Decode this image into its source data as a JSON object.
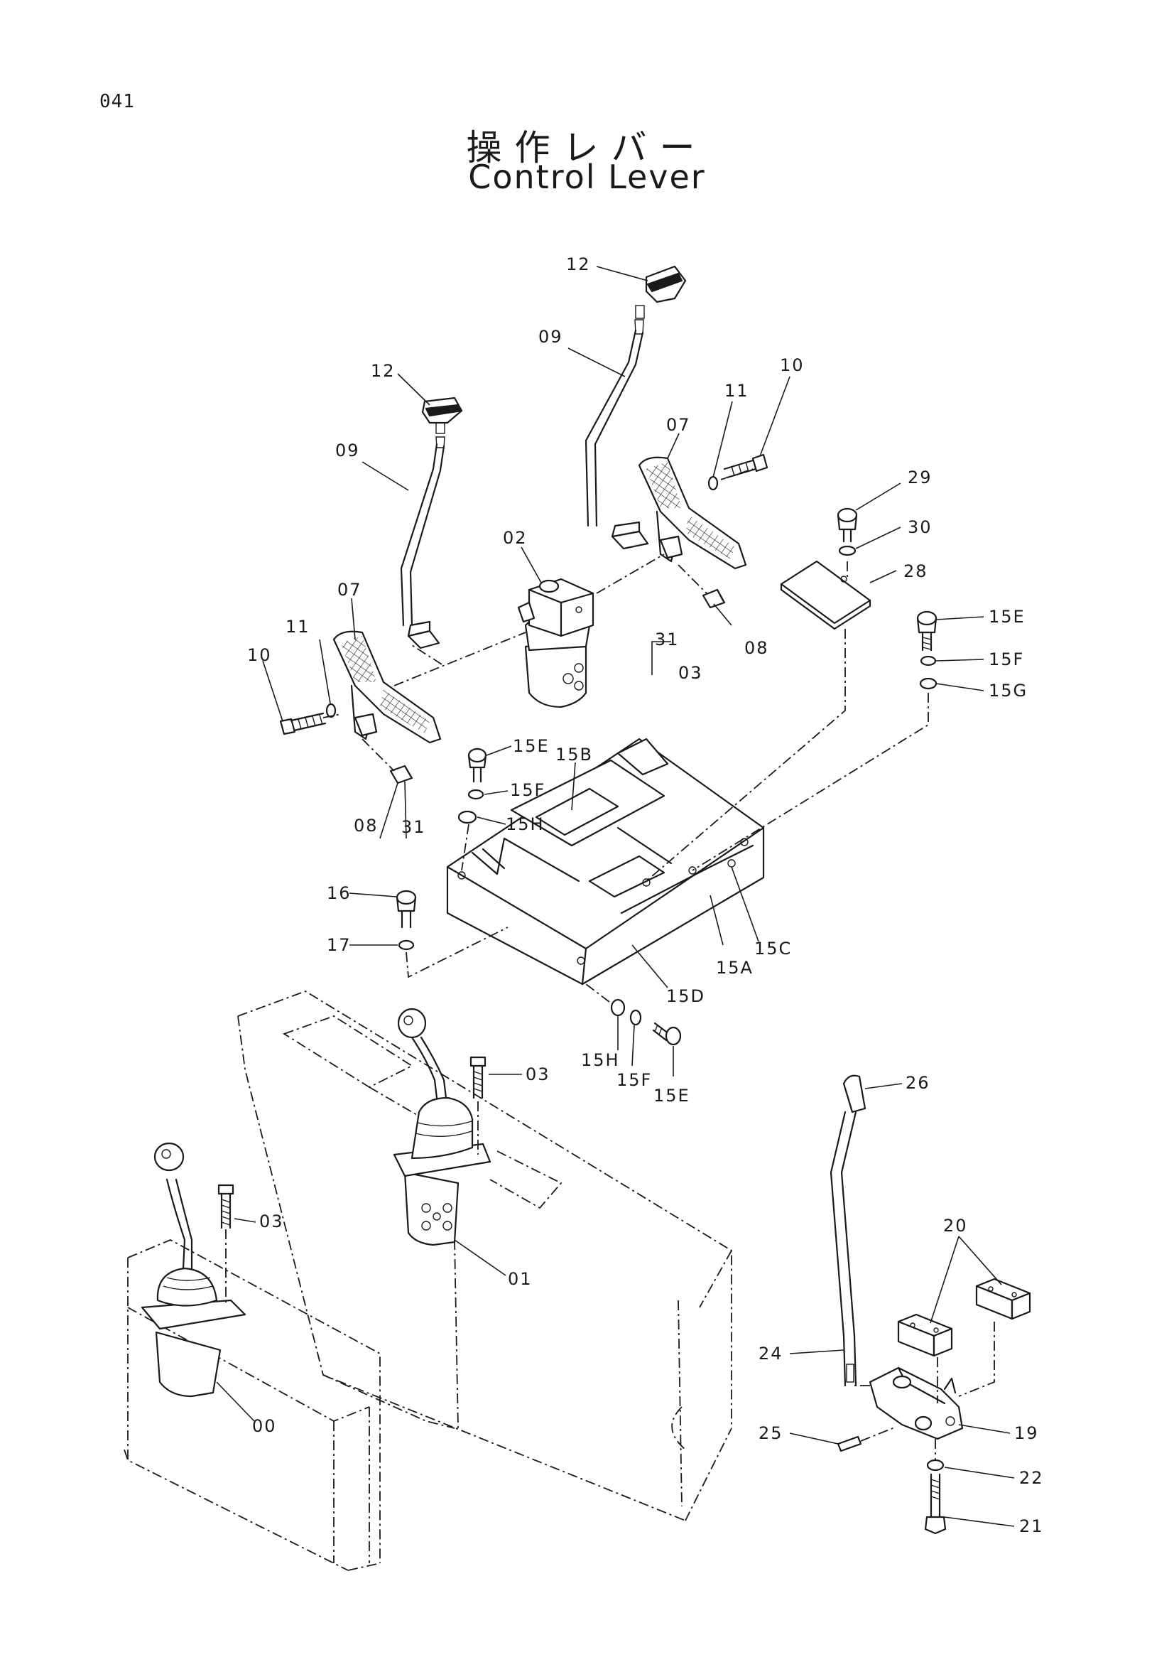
{
  "header": {
    "page_number": "041",
    "title_jp": "操作レバー",
    "title_en": "Control Lever"
  },
  "callouts": {
    "c12a": "12",
    "c09a": "09",
    "c10a": "10",
    "c11a": "11",
    "c07a": "07",
    "c12b": "12",
    "c09b": "09",
    "c29": "29",
    "c30": "30",
    "c28": "28",
    "c02": "02",
    "c31a": "31",
    "c08a": "08",
    "c15Ea": "15E",
    "c15Fa": "15F",
    "c15Ga": "15G",
    "c07b": "07",
    "c03a": "03",
    "c11b": "11",
    "c10b": "10",
    "c15Eb": "15E",
    "c15B": "15B",
    "c15Fb": "15F",
    "c15Hb": "15H",
    "c08b": "08",
    "c31b": "31",
    "c16": "16",
    "c17": "17",
    "c15C": "15C",
    "c15A": "15A",
    "c15D": "15D",
    "c15Hc": "15H",
    "c15Fc": "15F",
    "c15Ec": "15E",
    "c03b": "03",
    "c26": "26",
    "c03c": "03",
    "c01": "01",
    "c20": "20",
    "c24": "24",
    "c00": "00",
    "c19": "19",
    "c25": "25",
    "c22": "22",
    "c21": "21"
  }
}
